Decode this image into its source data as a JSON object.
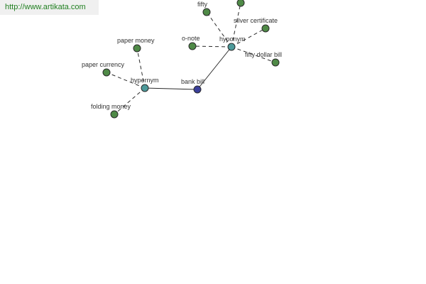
{
  "source_url": "http://www.artikata.com",
  "graph": {
    "root": {
      "label": "bank bill"
    },
    "relations": {
      "hypernym": {
        "label": "hypernym"
      },
      "hyponym": {
        "label": "hyponym"
      }
    },
    "hypernyms": [
      {
        "label": "paper money"
      },
      {
        "label": "paper currency"
      },
      {
        "label": "folding money"
      }
    ],
    "hyponyms": [
      {
        "label": "fifty"
      },
      {
        "label": ""
      },
      {
        "label": "silver certificate"
      },
      {
        "label": "o-note"
      },
      {
        "label": "fifty dollar bill"
      }
    ]
  },
  "colors": {
    "leaf": "#4f8a47",
    "relation": "#4d9a9a",
    "root": "#3a3f9a",
    "url_text": "#1f7f1f"
  }
}
